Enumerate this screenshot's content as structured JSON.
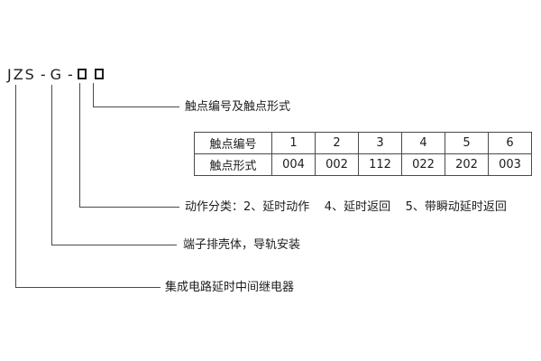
{
  "model": {
    "prefix": "JZS",
    "dash1": "-",
    "series": "G",
    "dash2": "-"
  },
  "labels": {
    "contact_label": "触点编号及触点形式",
    "action_label": "动作分类：2、延时动作    4、延时返回    5、带瞬动延时返回",
    "housing_label": "端子排壳体，导轨安装",
    "product_label": "集成电路延时中间继电器"
  },
  "table": {
    "rows": [
      [
        "触点编号",
        "1",
        "2",
        "3",
        "4",
        "5",
        "6"
      ],
      [
        "触点形式",
        "004",
        "002",
        "112",
        "022",
        "202",
        "003"
      ]
    ]
  }
}
